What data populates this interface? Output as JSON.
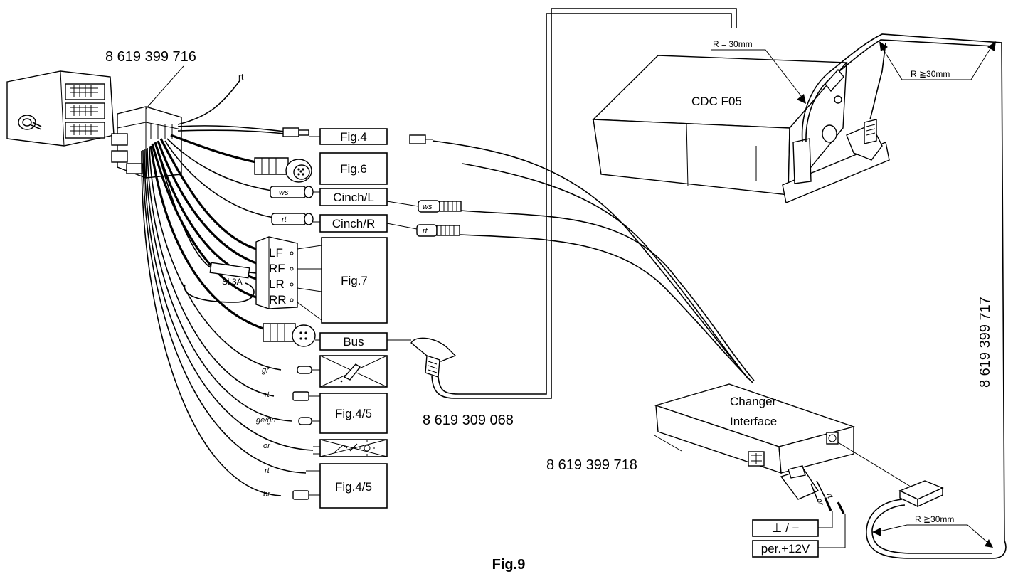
{
  "caption": "Fig.9",
  "part_numbers": {
    "harness": "8 619 399 716",
    "bus_cable": "8 619 309 068",
    "interface": "8 619 399 718",
    "long_cable": "8 619 399 717"
  },
  "devices": {
    "changer": "CDC F05",
    "interface_line1": "Changer",
    "interface_line2": "Interface"
  },
  "radius": {
    "top": "R = 30mm",
    "right": "R ≧30mm",
    "bottom": "R ≧30mm"
  },
  "boxes": {
    "fig4": "Fig.4",
    "fig6": "Fig.6",
    "cinch_l": "Cinch/L",
    "cinch_r": "Cinch/R",
    "fig7": "Fig.7",
    "bus": "Bus",
    "fig45a": "Fig.4/5",
    "fig45b": "Fig.4/5",
    "ground": "⊥ / −",
    "perm12v": "per.+12V"
  },
  "speakers": [
    "LF",
    "RF",
    "LR",
    "RR"
  ],
  "fuse": "Si 3A",
  "wire_colors": {
    "harness_top": "rt",
    "cinch_l_plug": "ws",
    "cinch_r_plug": "rt",
    "cinch_l_remote": "ws",
    "cinch_r_remote": "rt",
    "w_gr": "gr",
    "w_rt1": "rt",
    "w_gegn": "ge/gn",
    "w_or": "or",
    "w_rt2": "rt",
    "w_br": "br",
    "power_rt": "rt",
    "power_br": "br"
  }
}
